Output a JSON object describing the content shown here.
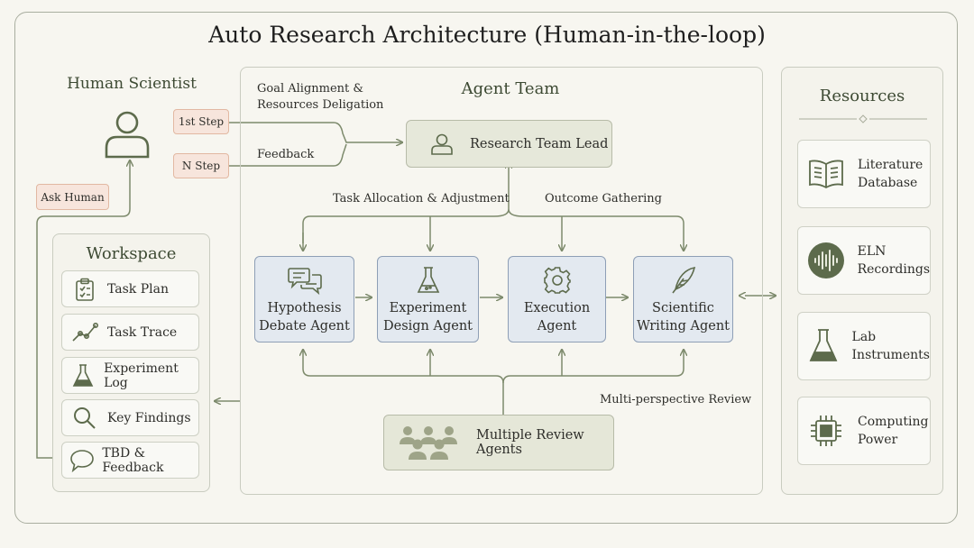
{
  "title": "Auto Research Architecture (Human-in-the-loop)",
  "human": {
    "heading": "Human Scientist",
    "first_step": "1st Step",
    "n_step": "N Step",
    "ask_human": "Ask Human",
    "goal_label_line1": "Goal Alignment &",
    "goal_label_line2": "Resources Deligation",
    "feedback_label": "Feedback"
  },
  "workspace": {
    "heading": "Workspace",
    "items": [
      {
        "label": "Task Plan",
        "icon": "clipboard-icon"
      },
      {
        "label": "Task Trace",
        "icon": "trace-icon"
      },
      {
        "label": "Experiment Log",
        "icon": "flask-icon"
      },
      {
        "label": "Key Findings",
        "icon": "magnifier-icon"
      },
      {
        "label": "TBD & Feedback",
        "icon": "speech-bubble-icon"
      }
    ]
  },
  "agent_team": {
    "heading": "Agent Team",
    "lead": "Research Team Lead",
    "task_allocation": "Task Allocation & Adjustment",
    "outcome_gathering": "Outcome Gathering",
    "agents": [
      {
        "line1": "Hypothesis",
        "line2": "Debate Agent",
        "icon": "chat-bubbles-icon"
      },
      {
        "line1": "Experiment",
        "line2": "Design Agent",
        "icon": "flask-icon"
      },
      {
        "line1": "Execution",
        "line2": "Agent",
        "icon": "gear-icon"
      },
      {
        "line1": "Scientific",
        "line2": "Writing Agent",
        "icon": "quill-icon"
      }
    ],
    "review_label": "Multi-perspective Review",
    "review_agents": "Multiple Review Agents"
  },
  "resources": {
    "heading": "Resources",
    "items": [
      {
        "line1": "Literature",
        "line2": "Database",
        "icon": "book-icon"
      },
      {
        "line1": "ELN",
        "line2": "Recordings",
        "icon": "audio-wave-icon"
      },
      {
        "line1": "Lab",
        "line2": "Instruments",
        "icon": "flask-icon"
      },
      {
        "line1": "Computing",
        "line2": "Power",
        "icon": "chip-icon"
      }
    ]
  },
  "colors": {
    "background": "#f7f6f0",
    "accent_green": "#5d6b4c",
    "agent_blue_fill": "#e3e9f0",
    "agent_blue_border": "#8e9fb6",
    "step_fill": "#f7e5dc"
  }
}
